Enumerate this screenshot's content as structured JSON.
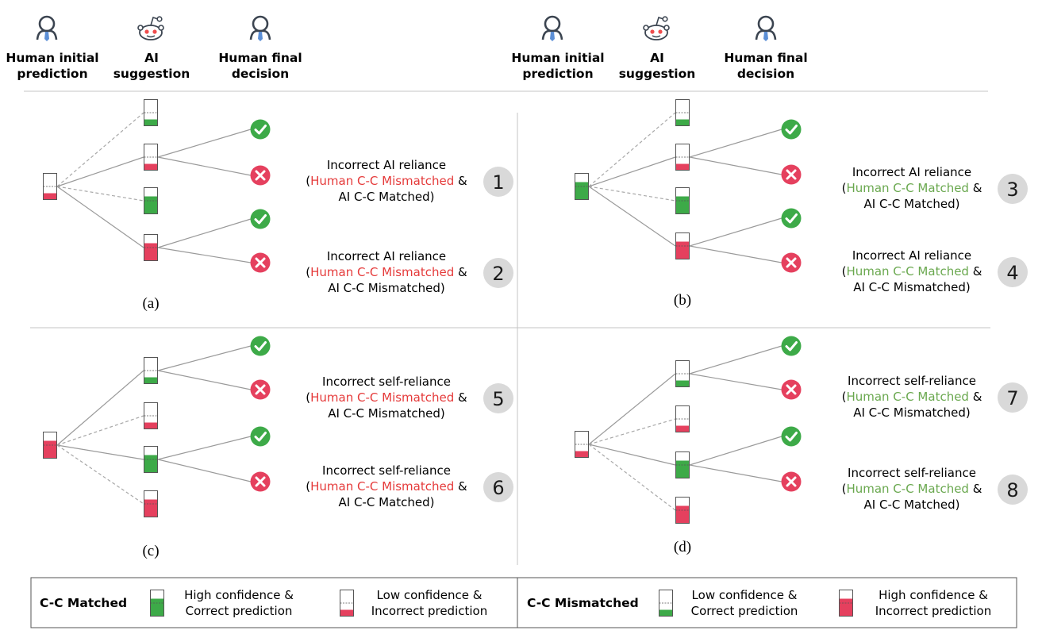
{
  "colors": {
    "correct": "#3daa48",
    "incorrect": "#e5405e",
    "human_matched_text": "#6aa84f",
    "human_mismatched_text": "#e53a3a",
    "line": "#999999",
    "badge": "#d9d9d9"
  },
  "icons": {
    "human": "user-icon",
    "ai": "robot-icon",
    "correct": "check-circle-icon",
    "incorrect": "x-circle-icon"
  },
  "headers": {
    "human_initial": [
      "Human initial",
      "prediction"
    ],
    "ai": [
      "AI",
      "suggestion"
    ],
    "human_final": [
      "Human final",
      "decision"
    ]
  },
  "panels": [
    {
      "label": "(a)",
      "cases": [
        {
          "number": "1",
          "title": "Incorrect AI reliance",
          "human_text": "Human C-C Mismatched",
          "human_type": "mismatched",
          "ai_text": "AI C-C Matched)"
        },
        {
          "number": "2",
          "title": "Incorrect AI reliance",
          "human_text": "Human C-C Mismatched",
          "human_type": "mismatched",
          "ai_text": "AI C-C Mismatched)"
        }
      ]
    },
    {
      "label": "(b)",
      "cases": [
        {
          "number": "3",
          "title": "Incorrect AI reliance",
          "human_text": "Human C-C Matched",
          "human_type": "matched",
          "ai_text": "AI C-C Matched)"
        },
        {
          "number": "4",
          "title": "Incorrect AI reliance",
          "human_text": "Human C-C Matched",
          "human_type": "matched",
          "ai_text": "AI C-C Mismatched)"
        }
      ]
    },
    {
      "label": "(c)",
      "cases": [
        {
          "number": "5",
          "title": "Incorrect self-reliance",
          "human_text": "Human C-C Mismatched",
          "human_type": "mismatched",
          "ai_text": "AI C-C Mismatched)"
        },
        {
          "number": "6",
          "title": "Incorrect self-reliance",
          "human_text": "Human C-C Mismatched",
          "human_type": "mismatched",
          "ai_text": "AI C-C Matched)"
        }
      ]
    },
    {
      "label": "(d)",
      "cases": [
        {
          "number": "7",
          "title": "Incorrect self-reliance",
          "human_text": "Human C-C Matched",
          "human_type": "matched",
          "ai_text": "AI C-C Mismatched)"
        },
        {
          "number": "8",
          "title": "Incorrect self-reliance",
          "human_text": "Human C-C Matched",
          "human_type": "matched",
          "ai_text": "AI C-C Matched)"
        }
      ]
    }
  ],
  "legend": {
    "matched_title": "C-C Matched",
    "mismatched_title": "C-C Mismatched",
    "items": [
      {
        "line1": "High confidence &",
        "line2": "Correct prediction",
        "confidence": "high",
        "correct": true
      },
      {
        "line1": "Low confidence &",
        "line2": "Incorrect prediction",
        "confidence": "low",
        "correct": false
      },
      {
        "line1": "Low confidence &",
        "line2": "Correct prediction",
        "confidence": "low",
        "correct": true
      },
      {
        "line1": "High confidence &",
        "line2": "Incorrect prediction",
        "confidence": "high",
        "correct": false
      }
    ]
  }
}
